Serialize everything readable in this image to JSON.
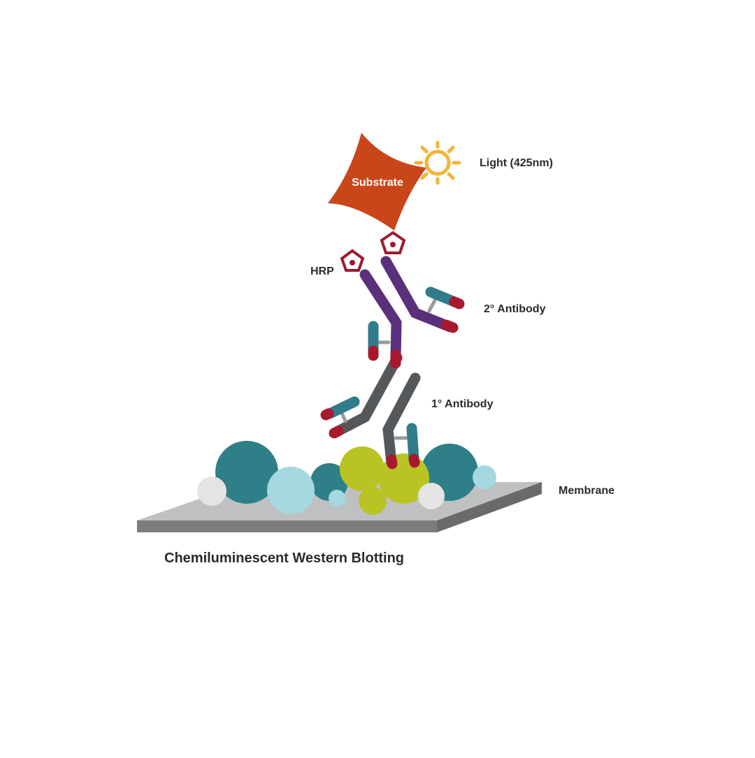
{
  "diagram": {
    "title": "Chemiluminescent Western Blotting",
    "labels": {
      "light": "Light (425nm)",
      "substrate": "Substrate",
      "hrp": "HRP",
      "secondary_antibody": "2° Antibody",
      "primary_antibody": "1° Antibody",
      "membrane": "Membrane"
    },
    "colors": {
      "substrate": "#c9461a",
      "sun": "#f2b43c",
      "hrp": "#9b1b30",
      "secondary_antibody": "#5a2f7c",
      "primary_antibody": "#55585b",
      "fab_teal": "#2f7d8a",
      "tip_red": "#a8192e",
      "protein_teal": "#2e7f88",
      "protein_lightblue": "#a5d8e1",
      "protein_lime": "#b9c424",
      "protein_white": "#e4e4e4",
      "membrane_top": "#bfc0c2",
      "membrane_side": "#7b7c7e"
    }
  }
}
